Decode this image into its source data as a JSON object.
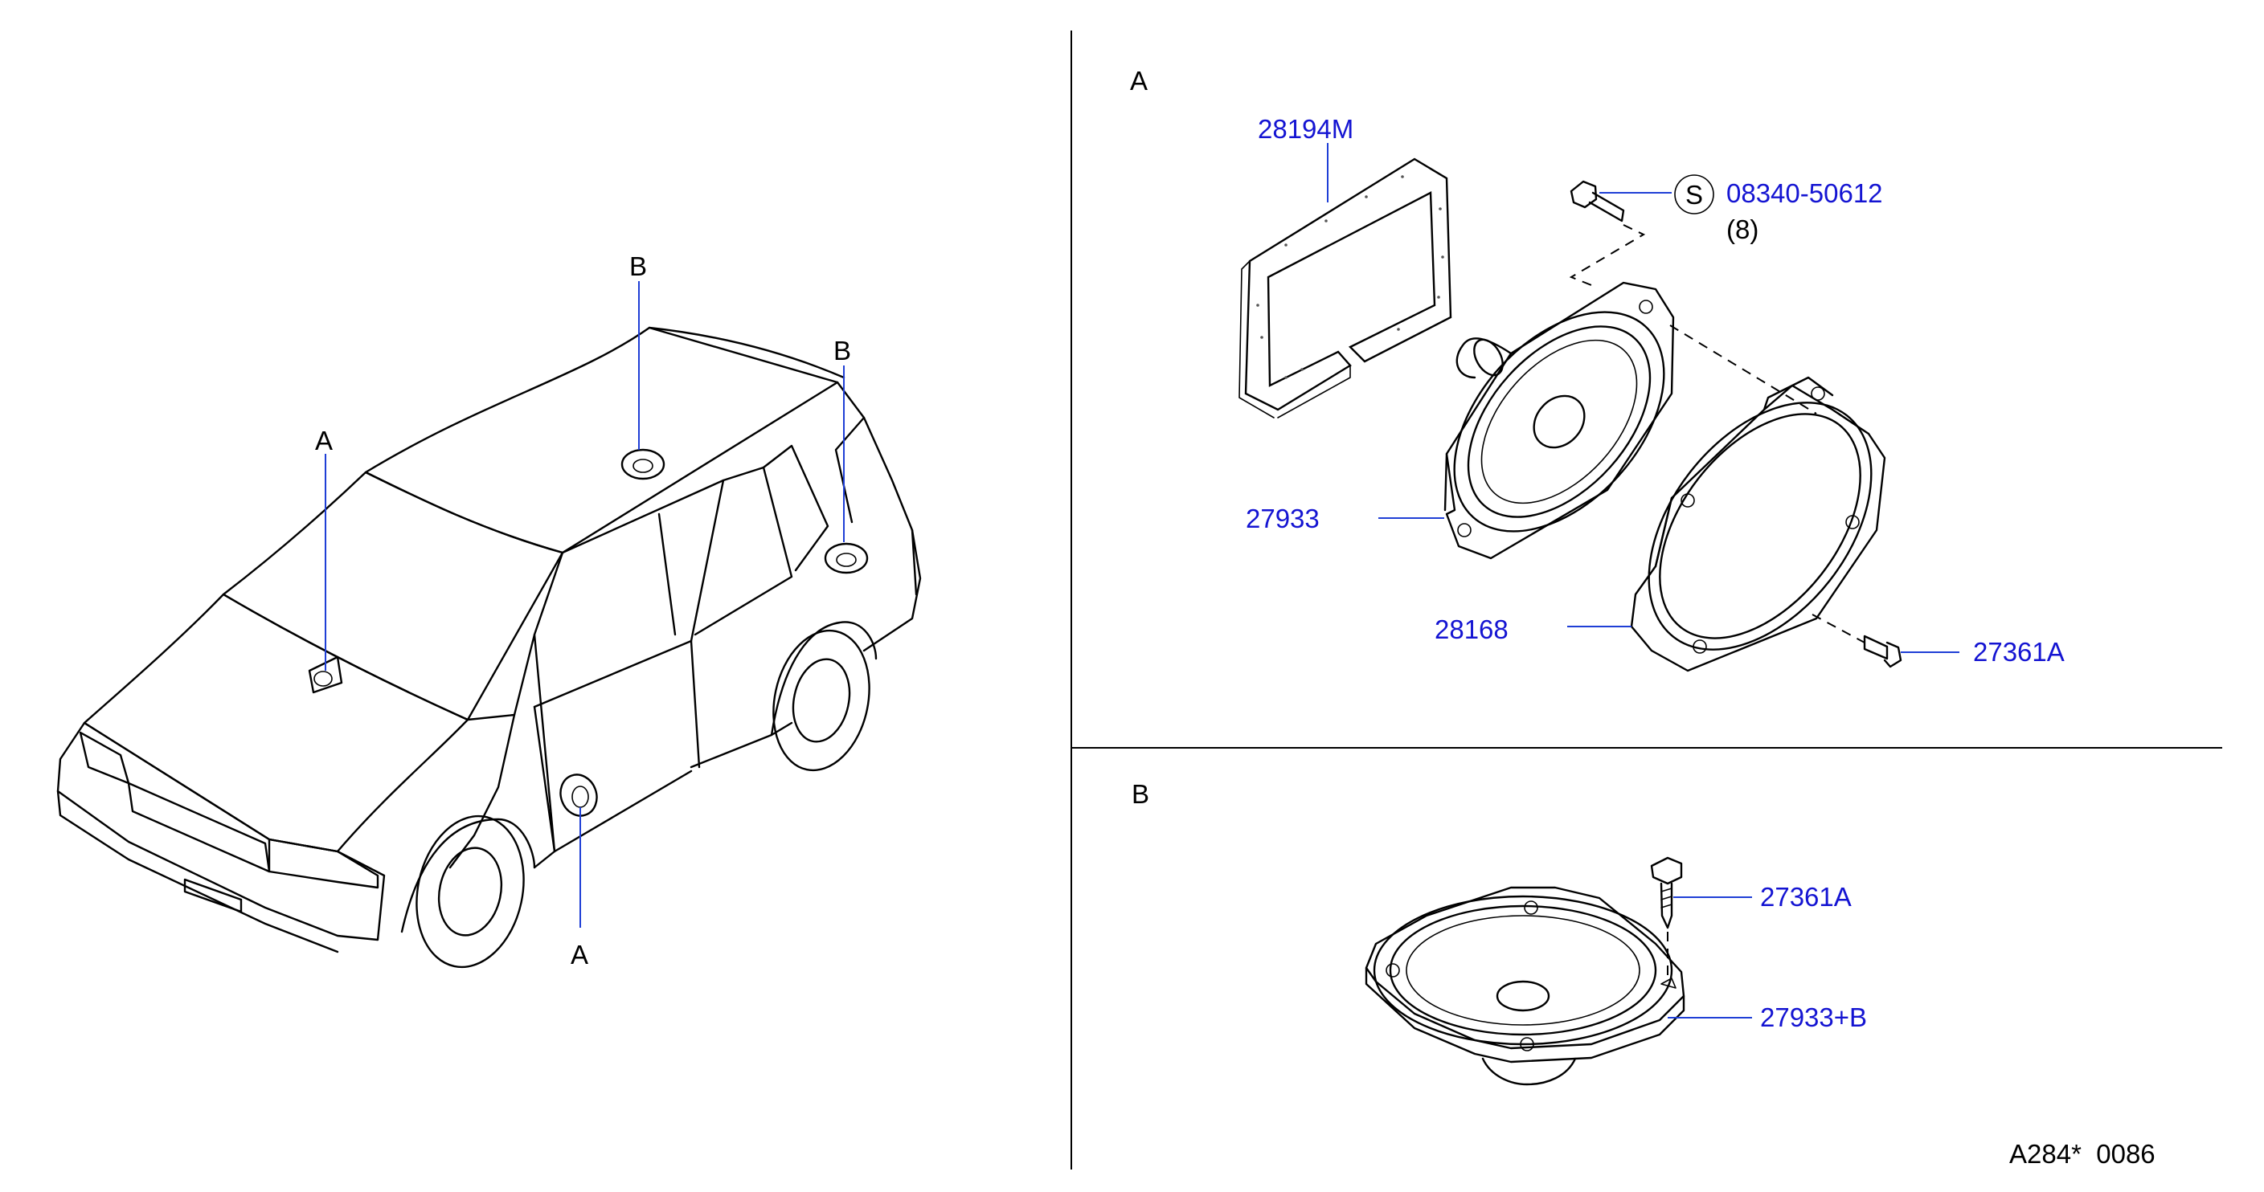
{
  "car_callouts": {
    "a_dash": "A",
    "b_roof": "B",
    "b_rear": "B",
    "a_door": "A"
  },
  "section_a": {
    "title": "A",
    "parts": {
      "gasket": "28194M",
      "bolt_ref_symbol": "S",
      "bolt": "08340-50612",
      "bolt_qty": "(8)",
      "speaker": "27933",
      "bracket": "28168",
      "screw": "27361A"
    }
  },
  "section_b": {
    "title": "B",
    "parts": {
      "screw": "27361A",
      "speaker": "27933+B"
    }
  },
  "footer": {
    "diagram_code": "A284*  0086"
  }
}
